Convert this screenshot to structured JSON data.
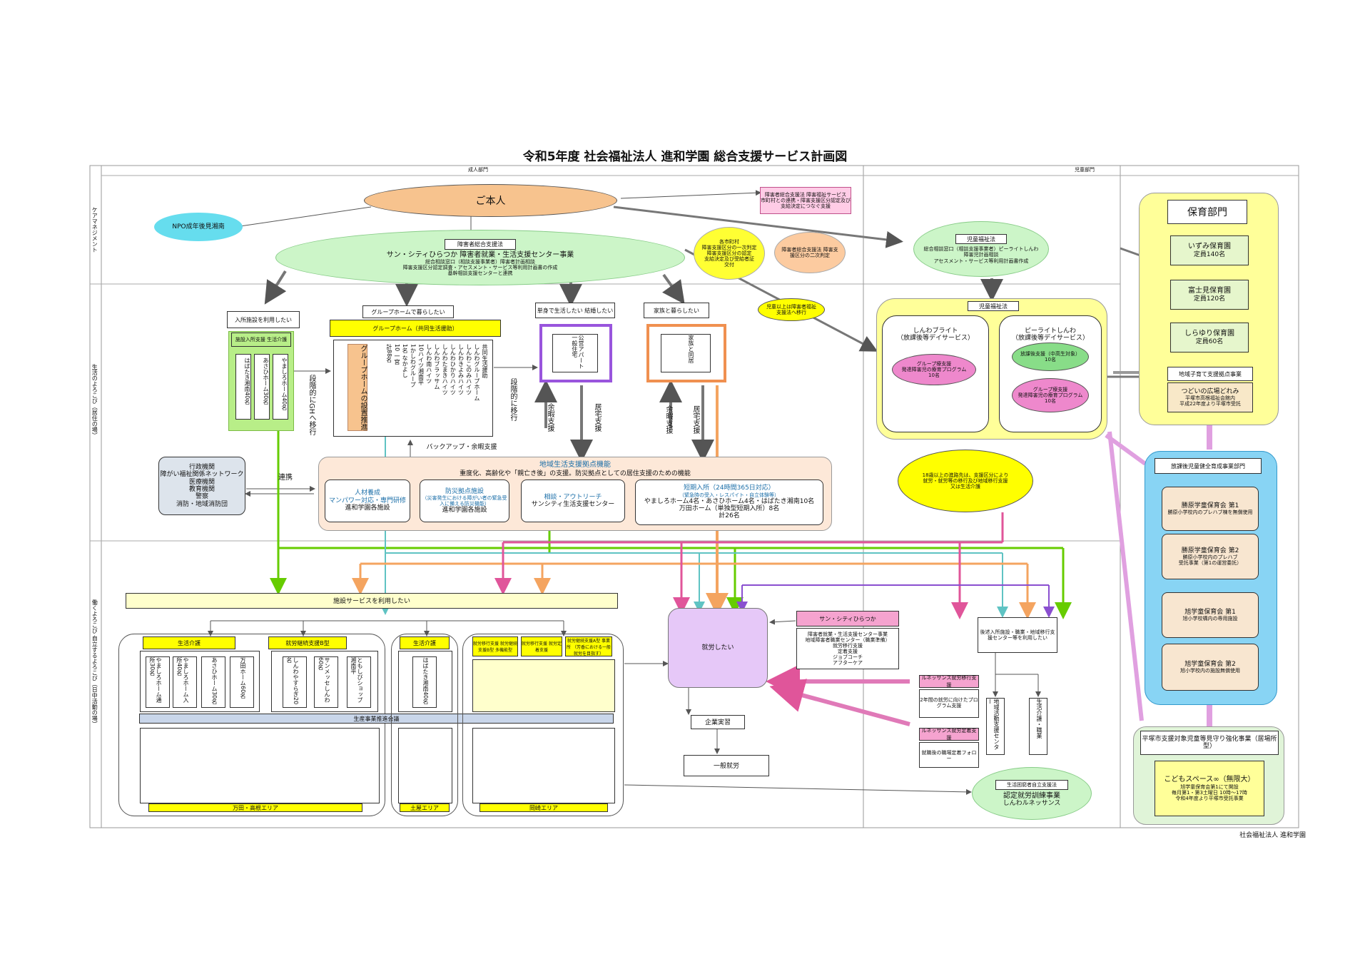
{
  "title": "令和5年度 社会福祉法人 進和学園 総合支援サービス計画図",
  "footer": "社会福祉法人 進和学園",
  "headers": {
    "adult": "成人部門",
    "child": "児童部門"
  },
  "row_labels": [
    "ケアマネジメント",
    "生活のよろこび（居住の場）",
    "働くよろこび 自立するよろこび（日中活動の場）"
  ],
  "center": {
    "person": "ご本人",
    "npo": "NPO成年後見湘南",
    "consult_tag": "障害者総合支援法",
    "consult_lines": [
      "サン・シティひらつか 障害者就業・生活支援センター事業",
      "総合相談窓口（相談支援事業者）障害者計画相談",
      "障害支援区分認定調査・アセスメント・サービス等利用計画書の作成",
      "基幹相談支援センターと連携"
    ],
    "notice_lines": [
      "障害者総合支援法 障害福祉サービス",
      "市町村との連携・障害支援区分認定及び支給決定につなぐ支援"
    ],
    "city": [
      "各市町村",
      "障害支援区分の一次判定",
      "障害支援区分の認定",
      "支給決定及び受給者証",
      "交付"
    ],
    "review": [
      "障害者総合支援法 障害支援区分の二次判定"
    ]
  },
  "wants": {
    "facility": "入所施設を利用したい",
    "gh": "グループホームで暮らしたい",
    "indep": "単身で生活したい 結婚したい",
    "family": "家族と暮らしたい"
  },
  "facility": {
    "tag": "施設入所支援 生活介護",
    "homes": [
      "はばたき湘南40名",
      "あさひホーム30名",
      "やましろホーム40名"
    ]
  },
  "gh": {
    "tag": "グループホーム（共同生活援助）",
    "label": "グループホームの設置推進",
    "list": [
      "共同生活援助",
      "しんわグループホーム",
      "しんわこのみハイツ",
      "しんわきよみハイツ",
      "しんわひかりハイツ",
      "しんわたまきハイツ",
      "しんわブラッサム",
      "しんわ南ハイツ",
      "10ハイツ湘南平",
      "1かしわグループ",
      "1名 なかよし",
      "10 一宮",
      "計88名"
    ]
  },
  "indep_box": "公営アパート 一般住宅",
  "family_box": "家族と同居",
  "side_labels": {
    "stage_gh": "段階的にGHへ移行",
    "stage": "段階的に移行",
    "yoka": "余暇支援",
    "home": "居宅支援",
    "backup": "バックアップ・余暇支援",
    "renkei": "連携"
  },
  "admin": [
    "行政機関",
    "障がい福祉関係ネットワーク",
    "医療機関",
    "教育機関",
    "警察",
    "消防・地域消防団"
  ],
  "hub": {
    "title": "地域生活支援拠点機能",
    "subtitle": "重度化、高齢化や「親亡き後」の支援。防災拠点としての居住支援のための機能",
    "jinzai": [
      "人材養成",
      "マンパワー対応・専門研修",
      "進和学園各施設"
    ],
    "bousai": [
      "防災拠点施設",
      "（災害発生における障がい者の緊急受入に備える防災機能）",
      "進和学園各施設"
    ],
    "soudan": [
      "相談・アウトリーチ",
      "サンシティ生活支援センター"
    ],
    "tanki": [
      "短期入所（24時間365日対応）",
      "（緊急時の受入・レスパイト・自立体験等）",
      "やましろホーム4名・あさひホーム4名・はばたき湘南10名",
      "万田ホーム（単独型短期入所）8名",
      "計26名"
    ]
  },
  "day": {
    "want": "施設サービスを利用したい",
    "south": {
      "tags": [
        "生活介護",
        "就労継続支援B型"
      ],
      "seikatsu": [
        "やましろホーム通所30名",
        "やましろホーム入所40名",
        "あさひホーム30名",
        "万田ホーム60名"
      ],
      "shuro": [
        "しんわやすらぎ20名",
        "サンメッセしんわ60名",
        "ともしびショップ湘南平"
      ],
      "area": "万田・高根エリア"
    },
    "mid": {
      "tag": "生活介護",
      "seikatsu": [
        "はばたき湘南40名"
      ],
      "area": "土屋エリア"
    },
    "north": {
      "tags": [
        "就労移行支援 就労継続支援B型 多機能型",
        "就労移行支援 就労定着支援",
        "就労継続支援A型 事業所 （芳香における一般就労を目指す）"
      ],
      "area": "岡崎エリア"
    },
    "council": "生産事業推進会議"
  },
  "work": {
    "want": "就労したい",
    "sunbox": "サン・シティひらつか",
    "sun_lines": [
      "障害者就業・生活支援センター事業",
      "地域障害者職業センター（職業準備）",
      "就労移行支援",
      "定着支援",
      "ジョブコーチ",
      "アフターケア"
    ],
    "ren_ikou": "ルネッサンス就労移行支援",
    "ren_ikou_desc": "2年間の就労に向けたプログラム支援",
    "ren_teichaku": "ルネッサンス就労定着支援",
    "ren_teichaku_desc": "就職後の職場定着フォロー",
    "kigyo": "企業実習",
    "ippan": "一般就労",
    "kanryo": "後述入所施設・職業・地域移行支援センター等を利用したい",
    "v1": "地域活動支援センター",
    "v2": "生活介護・職業",
    "ninteitag": "生活困窮者自立支援法",
    "nintei": "認定就労訓練事業",
    "nintei_sub": "しんわルネッサンス"
  },
  "child": {
    "tag": "児童福祉法",
    "consult": [
      "総合相談窓口（相談支援事業者）ピーライトしんわ",
      "障害児計画相談",
      "アセスメント・サービス等利用計画書作成"
    ],
    "inner_tag": "児童福祉法",
    "bright": [
      "しんわブライト",
      "（放課後等デイサービス）"
    ],
    "bright_pink": [
      "グループ療支援",
      "発達障害児の療育プログラム",
      "10名"
    ],
    "peilight": [
      "ピーライトしんわ",
      "（放課後等デイサービス）"
    ],
    "pl_green": [
      "放課後支援（中高生対象）",
      "10名"
    ],
    "pl_pink": [
      "グループ療支援",
      "発達障害児の療育プログラム",
      "10名"
    ],
    "transition": [
      "18歳以上の進路先は、支援区分により",
      "就労・就労等の移行及び地域移行支援",
      "又は生活介護"
    ],
    "yellow_small": [
      "児童以上は障害者福祉",
      "支援法へ移行"
    ]
  },
  "hoiku": {
    "title": "保育部門",
    "items": [
      [
        "いずみ保育園",
        "定員140名"
      ],
      [
        "富士見保育園",
        "定員120名"
      ],
      [
        "しらゆり保育園",
        "定員60名"
      ]
    ],
    "chiiki": "地域子育て支援拠点事業",
    "tsudoi": [
      "つどいの広場どれみ",
      "平塚市高根福祉会館内",
      "平成22年度より平塚市受託"
    ]
  },
  "houkago": {
    "title": "放課後児童健全育成事業部門",
    "items": [
      [
        "勝原学童保育会 第1",
        "勝原小学校内のプレハブ棟を無償使用"
      ],
      [
        "勝原学童保育会 第2",
        "勝原小学校内のプレハブ",
        "受託事業（第1の運営委託）"
      ],
      [
        "旭学童保育会 第1",
        "旭小学校構内の専用施設"
      ],
      [
        "旭学童保育会 第2",
        "旭小学校内の施設無償使用"
      ]
    ]
  },
  "kodomo": {
    "title": "平塚市支援対象児童等見守り強化事業（居場所型）",
    "name": "こどもスペース∞（無限大）",
    "lines": [
      "旭学童保育会第1にて開設",
      "毎月第1・第3土曜日 10時〜17時",
      "令和4年度より平塚市受託事業"
    ]
  }
}
